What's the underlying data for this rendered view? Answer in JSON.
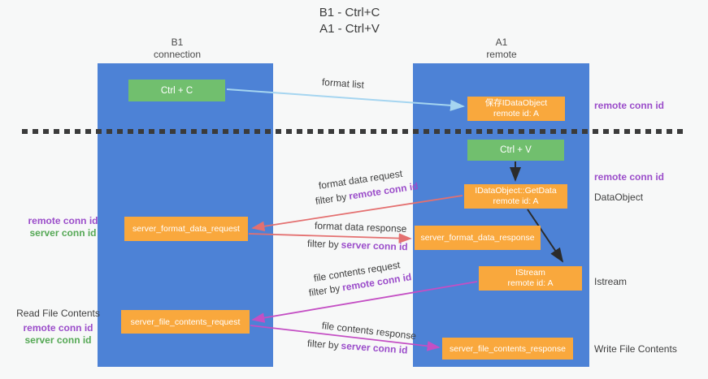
{
  "title": {
    "line1": "B1 - Ctrl+C",
    "line2": "A1 - Ctrl+V"
  },
  "columns": {
    "left": {
      "header_line1": "B1",
      "header_line2": "connection"
    },
    "right": {
      "header_line1": "A1",
      "header_line2": "remote"
    }
  },
  "boxes": {
    "ctrl_c": "Ctrl + C",
    "ctrl_v": "Ctrl + V",
    "save_idataobject_line1": "保存IDataObject",
    "save_idataobject_line2": "remote id: A",
    "getdata_line1": "IDataObject::GetData",
    "getdata_line2": "remote id: A",
    "istream_line1": "IStream",
    "istream_line2": "remote id: A",
    "server_format_data_request": "server_format_data_request",
    "server_format_data_response": "server_format_data_response",
    "server_file_contents_request": "server_file_contents_request",
    "server_file_contents_response": "server_file_contents_response"
  },
  "arrow_labels": {
    "format_list": "format list",
    "format_data_request": "format data request",
    "format_data_response": "format data response",
    "file_contents_request": "file contents request",
    "file_contents_response": "file contents response",
    "filter_by": "filter by",
    "remote_conn_id": "remote conn id",
    "server_conn_id": "server conn id"
  },
  "side_labels": {
    "right_remote_conn_id_top": "remote conn id",
    "right_remote_conn_id_mid": "remote conn id",
    "dataobject": "DataObject",
    "istream": "Istream",
    "write_file_contents": "Write File Contents",
    "left_remote_conn_id_top": "remote conn id",
    "left_server_conn_id_top": "server conn id",
    "read_file_contents": "Read File Contents",
    "left_remote_conn_id_bottom": "remote conn id",
    "left_server_conn_id_bottom": "server conn id"
  },
  "colors": {
    "background": "#f7f8f8",
    "lifeline_blue": "#4d82d6",
    "box_orange": "#f9a83d",
    "box_green": "#71bf6e",
    "arrow_lightblue": "#a5d5f0",
    "arrow_red": "#e47070",
    "arrow_magenta": "#c44fc4",
    "arrow_black": "#2b2b2b",
    "text_purple": "#9b4dca",
    "text_green": "#55a855",
    "text_dark": "#3f3f3f"
  }
}
